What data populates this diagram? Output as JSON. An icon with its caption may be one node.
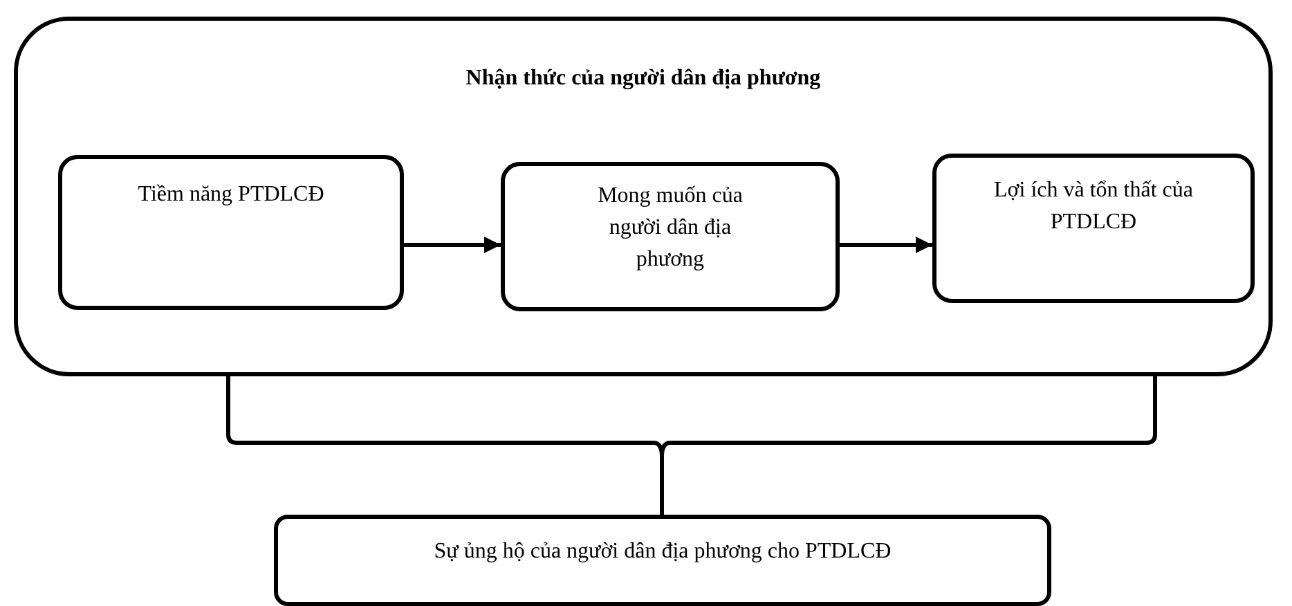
{
  "diagram": {
    "nodes": [
      {
        "text": [
          "Nhận thức của người dân địa phương"
        ]
      },
      {
        "text": [
          "Tiềm năng PTDLCĐ"
        ],
        "in": 0
      },
      {
        "text": [
          "Mong muốn của người dân địa phương"
        ],
        "in": 0
      },
      {
        "text": [
          "Lợi ích và tổn thất của PTDLCĐ"
        ],
        "in": 0
      },
      {
        "text": [
          "Sự ủng hộ của người dân địa phương cho PTDLCĐ"
        ]
      }
    ],
    "edges": [
      {
        "from": 1,
        "to": 2,
        "arrow": "to"
      },
      {
        "from": 2,
        "to": 3,
        "arrow": "to"
      },
      {
        "from": 0,
        "to": 4,
        "arrow": "none"
      }
    ]
  }
}
